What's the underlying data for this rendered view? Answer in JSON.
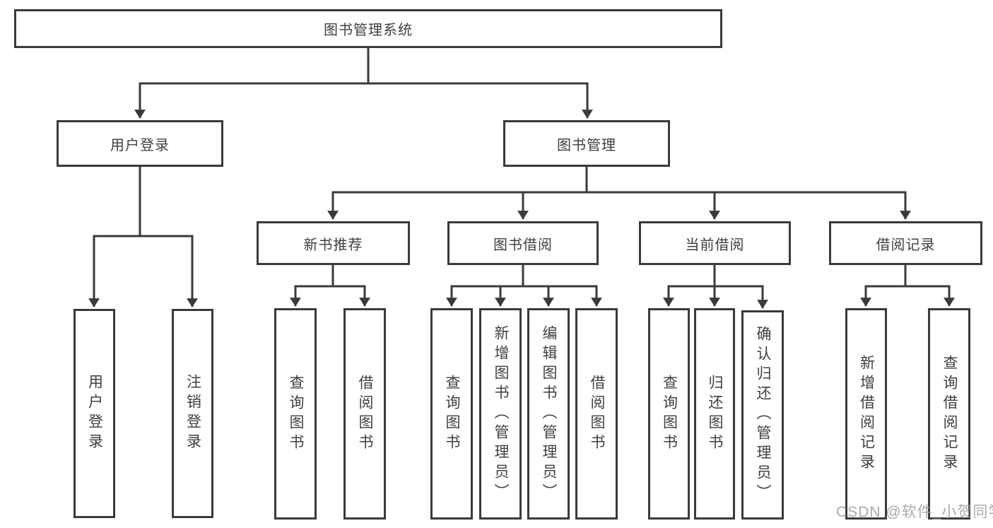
{
  "diagram": {
    "root": {
      "label": "图书管理系统"
    },
    "branches": [
      {
        "label": "用户登录",
        "children": [
          "用户登录",
          "注销登录"
        ]
      },
      {
        "label": "图书管理"
      }
    ],
    "modules": [
      {
        "label": "新书推荐",
        "children": [
          "查询图书",
          "借阅图书"
        ]
      },
      {
        "label": "图书借阅",
        "children": [
          "查询图书",
          "新增图书（管理员）",
          "编辑图书（管理员）",
          "借阅图书"
        ]
      },
      {
        "label": "当前借阅",
        "children": [
          "查询图书",
          "归还图书",
          "确认归还（管理员）"
        ]
      },
      {
        "label": "借阅记录",
        "children": [
          "新增借阅记录",
          "查询借阅记录"
        ]
      }
    ],
    "watermark": {
      "text": "CSDN @软件_小贺同学"
    },
    "colors": {
      "line": "#3a3a3a",
      "text": "#3f3f3f",
      "watermark": "#9e9e9e",
      "background": "#ffffff"
    }
  }
}
